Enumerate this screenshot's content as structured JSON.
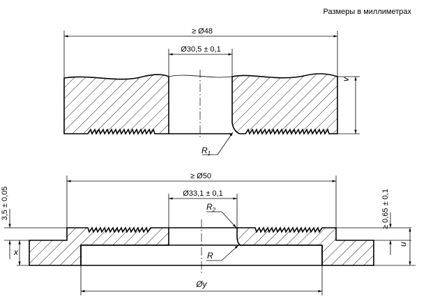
{
  "header": {
    "units_note": "Размеры в миллиметрах"
  },
  "top_view": {
    "outer_diameter": "≥ Ø48",
    "bore_diameter": "Ø30,5 ± 0,1",
    "height_symbol": "v",
    "radius_label": "R",
    "radius_sub": "1"
  },
  "bottom_view": {
    "outer_diameter": "≥ Ø50",
    "bore_diameter": "Ø33,1 ± 0,1",
    "flange_height": "3,5 ± 0,05",
    "recess_depth": "≥ 0,65 ± 0,1",
    "symbol_x": "x",
    "symbol_u": "u",
    "bottom_diameter": "Øy",
    "radius2_label": "R",
    "radius2_sub": "2",
    "radius_label": "R"
  }
}
